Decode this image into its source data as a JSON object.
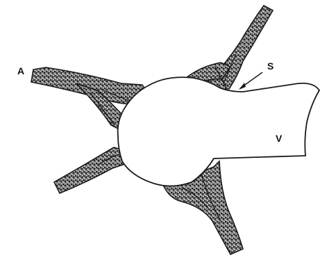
{
  "labels": {
    "a": "A",
    "s": "S",
    "v": "V"
  },
  "colors": {
    "ink": "#1a1a1a",
    "stipple": "#3a3a3a",
    "background": "#ffffff"
  }
}
